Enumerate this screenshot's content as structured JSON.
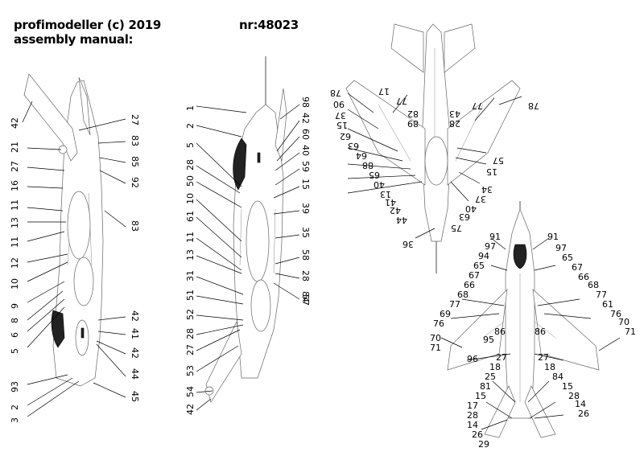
{
  "header": {
    "line1": "profimodeller (c) 2019",
    "line2": "assembly manual:",
    "kit_number": "nr:48023"
  },
  "callouts": {
    "side_left": [
      "42",
      "21",
      "27",
      "16",
      "11",
      "13",
      "11",
      "12",
      "10",
      "9",
      "8",
      "6",
      "5",
      "93",
      "2",
      "3",
      "27",
      "83",
      "85",
      "92",
      "83",
      "42",
      "41",
      "42",
      "44",
      "45"
    ],
    "side_right": [
      "1",
      "2",
      "5",
      "28",
      "50",
      "10",
      "61",
      "11",
      "13",
      "31",
      "51",
      "52",
      "28",
      "27",
      "53",
      "54",
      "42",
      "98",
      "42",
      "60",
      "40",
      "59",
      "15",
      "39",
      "35",
      "58",
      "28",
      "84",
      "57"
    ],
    "top_view": [
      "78",
      "90",
      "37",
      "15",
      "62",
      "63",
      "64",
      "88",
      "65",
      "40",
      "13",
      "41",
      "42",
      "44",
      "36",
      "17",
      "77",
      "82",
      "89",
      "43",
      "28",
      "57",
      "78",
      "77",
      "15",
      "34",
      "37",
      "40",
      "63",
      "75"
    ],
    "bottom_view": [
      "91",
      "97",
      "94",
      "65",
      "67",
      "66",
      "68",
      "77",
      "69",
      "76",
      "70",
      "71",
      "96",
      "95",
      "86",
      "27",
      "18",
      "25",
      "81",
      "15",
      "17",
      "28",
      "14",
      "26",
      "29",
      "91",
      "97",
      "65",
      "67",
      "66",
      "68",
      "77",
      "61",
      "76",
      "70",
      "71",
      "86",
      "27",
      "18",
      "84",
      "15",
      "28",
      "14",
      "26"
    ]
  }
}
